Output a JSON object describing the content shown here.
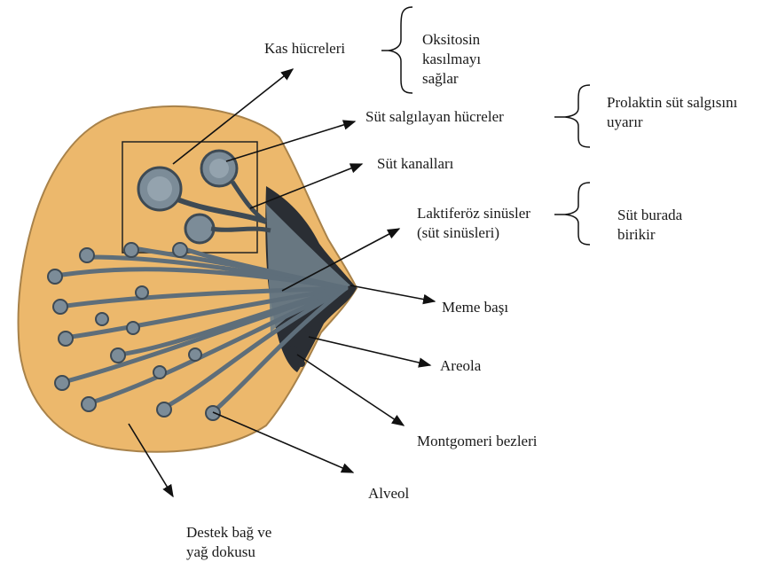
{
  "labels": {
    "kas_hucreleri": "Kas hücreleri",
    "sut_salgilayan": "Süt salgılayan hücreler",
    "sut_kanallari": "Süt kanalları",
    "laktiferoz_1": "Laktiferöz sinüsler",
    "laktiferoz_2": "(süt sinüsleri)",
    "meme_basi": "Meme başı",
    "areola": "Areola",
    "montgomeri": "Montgomeri bezleri",
    "alveol": "Alveol",
    "destek_1": "Destek bağ ve",
    "destek_2": "yağ dokusu"
  },
  "notes": {
    "oksitosin": [
      "Oksitosin",
      "kasılmayı",
      "sağlar"
    ],
    "prolaktin": [
      "Prolaktin süt salgısını",
      "uyarır"
    ],
    "burada": [
      "Süt burada",
      "birikir"
    ]
  },
  "colors": {
    "tissue": "#ECB86C",
    "tissue_edge": "#A8824A",
    "duct": "#7C8C98",
    "duct_dark": "#3E4A54",
    "nipple": "#2A2E34",
    "line": "#111111"
  }
}
